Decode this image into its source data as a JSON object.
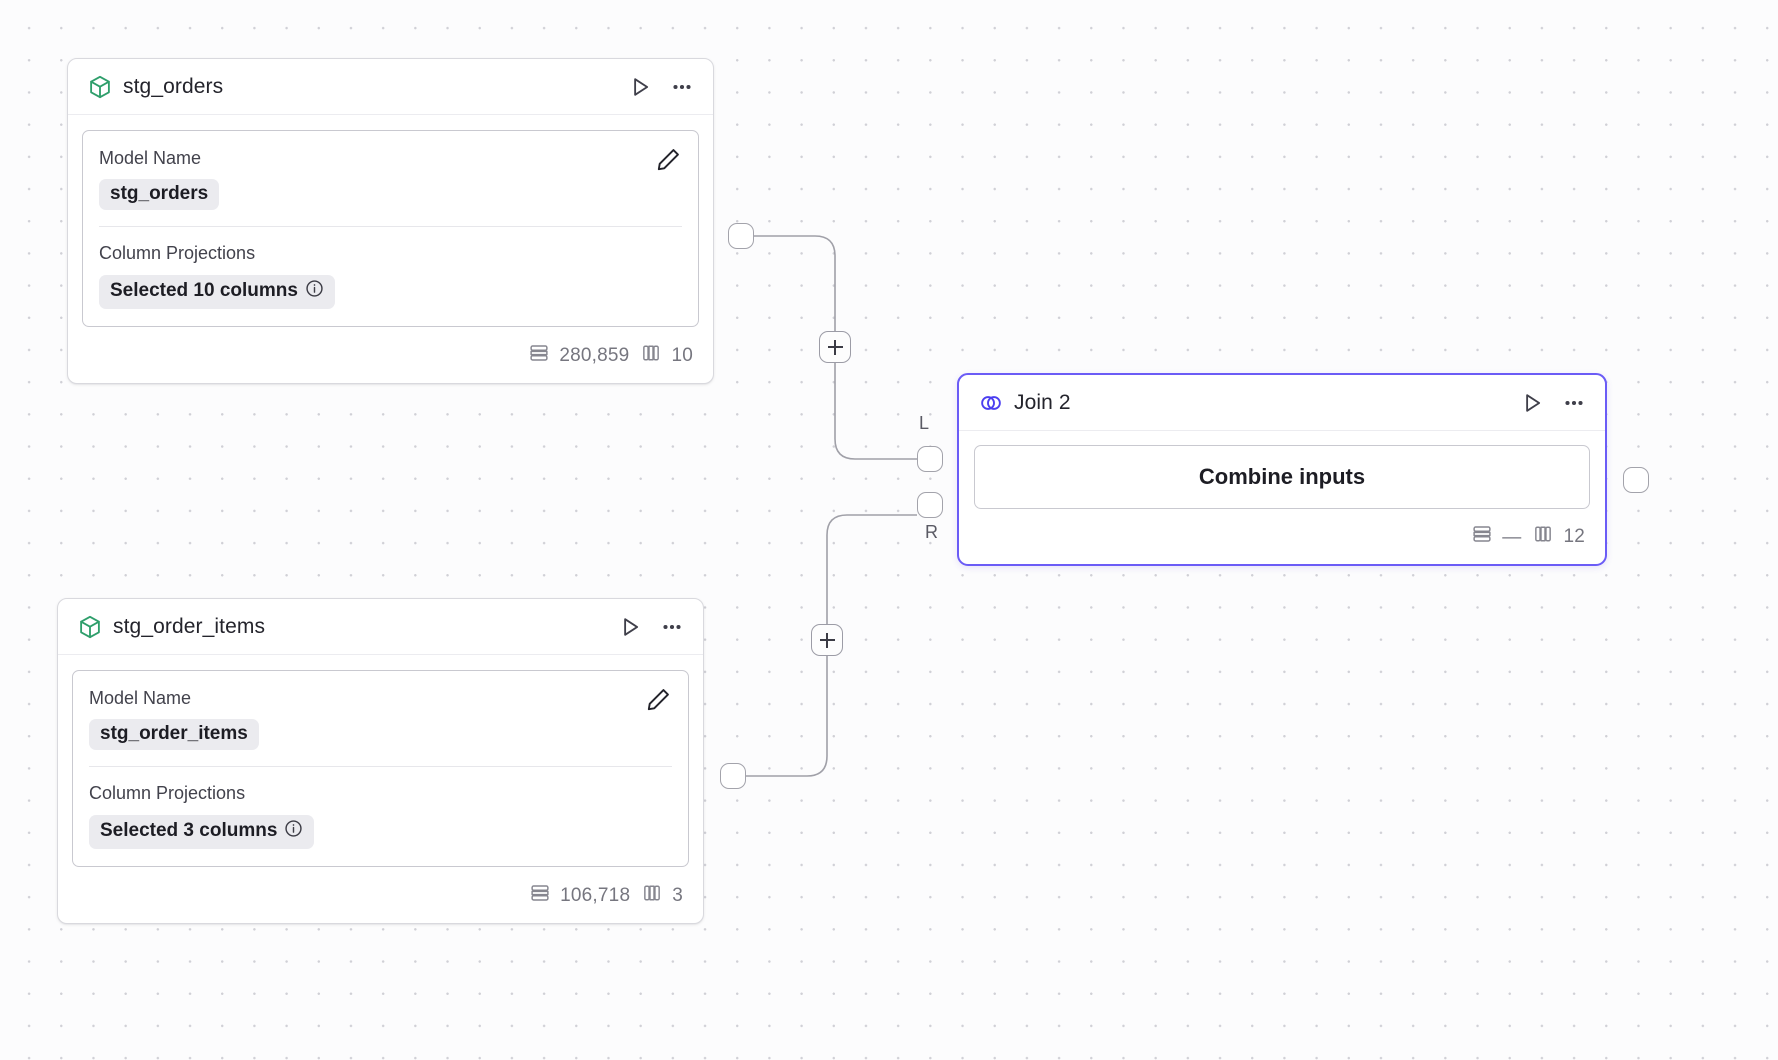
{
  "canvas": {
    "background_color": "#fcfcfd",
    "grid_dot_color": "#d0d0d6",
    "edge_color": "#a0a0a8"
  },
  "theme": {
    "accent_selected": "#6b5cf6",
    "model_icon_color": "#2e9e6b",
    "join_icon_color": "#4b3ef0",
    "chip_background": "#ebebef",
    "muted_text": "#76767f"
  },
  "nodes": [
    {
      "id": "stg_orders",
      "type": "model",
      "title": "stg_orders",
      "icon": "cube-icon",
      "selected": false,
      "actions": {
        "run_label": "Run",
        "more_label": "More options"
      },
      "fields": [
        {
          "label": "Model Name",
          "value": "stg_orders",
          "has_info": false,
          "edit_label": "Edit"
        },
        {
          "label": "Column Projections",
          "value": "Selected 10 columns",
          "has_info": true
        }
      ],
      "stats": {
        "rows_label": "280,859",
        "columns_label": "10"
      }
    },
    {
      "id": "stg_order_items",
      "type": "model",
      "title": "stg_order_items",
      "icon": "cube-icon",
      "selected": false,
      "actions": {
        "run_label": "Run",
        "more_label": "More options"
      },
      "fields": [
        {
          "label": "Model Name",
          "value": "stg_order_items",
          "has_info": false,
          "edit_label": "Edit"
        },
        {
          "label": "Column Projections",
          "value": "Selected 3 columns",
          "has_info": true
        }
      ],
      "stats": {
        "rows_label": "106,718",
        "columns_label": "3"
      }
    },
    {
      "id": "join_2",
      "type": "join",
      "title": "Join 2",
      "icon": "venn-join-icon",
      "selected": true,
      "actions": {
        "run_label": "Run",
        "more_label": "More options"
      },
      "body_label": "Combine inputs",
      "stats": {
        "rows_label": "—",
        "columns_label": "12"
      },
      "input_ports": [
        {
          "id": "left",
          "label": "L"
        },
        {
          "id": "right",
          "label": "R"
        }
      ]
    }
  ],
  "edge_buttons": [
    {
      "id": "add-node-upper",
      "label": "+"
    },
    {
      "id": "add-node-lower",
      "label": "+"
    }
  ]
}
